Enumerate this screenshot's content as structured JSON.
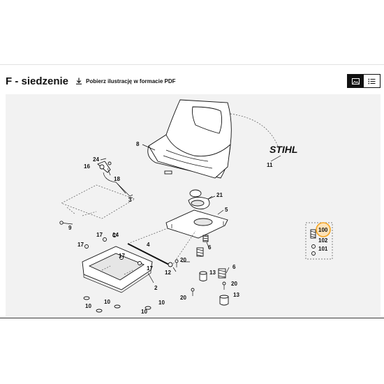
{
  "header": {
    "title": "F - siedzenie",
    "download_label": "Pobierz ilustrację w formacie PDF",
    "view_buttons": [
      {
        "icon": "image-icon",
        "active": true
      },
      {
        "icon": "list-icon",
        "active": false
      }
    ]
  },
  "diagram": {
    "brand": "STIHL",
    "part_labels": {
      "p8": "8",
      "p11": "11",
      "p24": "24",
      "p16": "16",
      "p18": "18",
      "p3": "3",
      "p21": "21",
      "p5": "5",
      "p9": "9",
      "p17a": "17",
      "p14": "14",
      "p17b": "17",
      "p4": "4",
      "p6a": "6",
      "p17c": "17",
      "p17d": "17",
      "p20a": "20",
      "p6b": "6",
      "p13a": "13",
      "p12": "12",
      "p2": "2",
      "p20b": "20",
      "p20c": "20",
      "p13b": "13",
      "p10a": "10",
      "p10b": "10",
      "p10c": "10",
      "p10d": "10",
      "p100": "100",
      "p102": "102",
      "p101": "101"
    },
    "highlight_color": "#f5a623"
  }
}
